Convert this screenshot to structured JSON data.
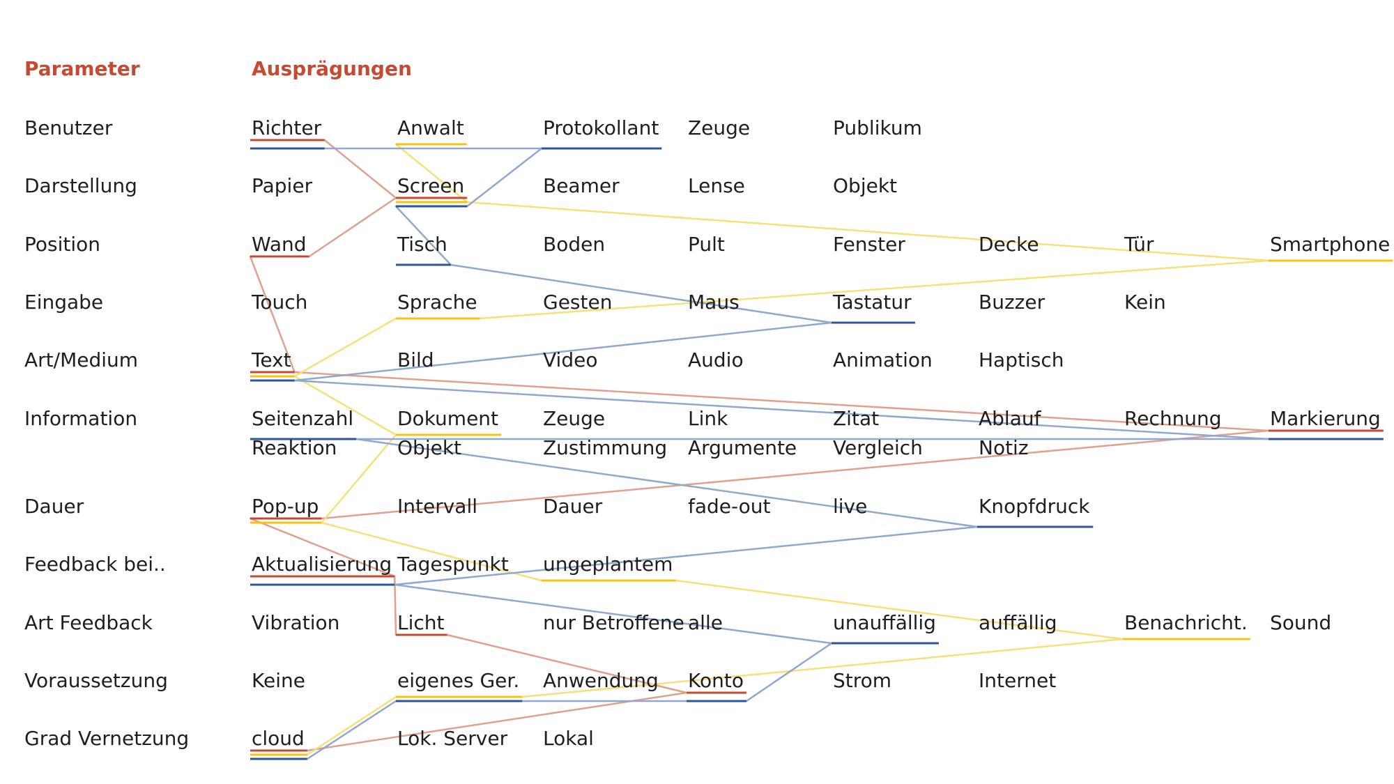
{
  "header": {
    "param_label": "Parameter",
    "values_label": "Ausprägungen"
  },
  "colors": {
    "red": "#c54a32",
    "yellow": "#f6c410",
    "blue": "#2c5697",
    "text": "#1e1e1e"
  },
  "rows": [
    {
      "param": "Benutzer",
      "items": [
        "Richter",
        "Anwalt",
        "Protokollant",
        "Zeuge",
        "Publikum"
      ]
    },
    {
      "param": "Darstellung",
      "items": [
        "Papier",
        "Screen",
        "Beamer",
        "Lense",
        "Objekt"
      ]
    },
    {
      "param": "Position",
      "items": [
        "Wand",
        "Tisch",
        "Boden",
        "Pult",
        "Fenster",
        "Decke",
        "Tür",
        "Smartphone"
      ]
    },
    {
      "param": "Eingabe",
      "items": [
        "Touch",
        "Sprache",
        "Gesten",
        "Maus",
        "Tastatur",
        "Buzzer",
        "Kein"
      ]
    },
    {
      "param": "Art/Medium",
      "items": [
        "Text",
        "Bild",
        "Video",
        "Audio",
        "Animation",
        "Haptisch"
      ]
    },
    {
      "param": "Information",
      "items": [
        "Seitenzahl",
        "Dokument",
        "Zeuge",
        "Link",
        "Zitat",
        "Ablauf",
        "Rechnung",
        "Markierung"
      ],
      "items2": [
        "Reaktion",
        "Objekt",
        "Zustimmung",
        "Argumente",
        "Vergleich",
        "Notiz"
      ]
    },
    {
      "param": "Dauer",
      "items": [
        "Pop-up",
        "Intervall",
        "Dauer",
        "fade-out",
        "live",
        "Knopfdruck"
      ]
    },
    {
      "param": "Feedback bei..",
      "items": [
        "Aktualisierung",
        "Tagespunkt",
        "ungeplantem"
      ]
    },
    {
      "param": "Art Feedback",
      "items": [
        "Vibration",
        "Licht",
        "nur Betroffene",
        "alle",
        "unauffällig",
        "auffällig",
        "Benachricht.",
        "Sound"
      ]
    },
    {
      "param": "Voraussetzung",
      "items": [
        "Keine",
        "eigenes Ger.",
        "Anwendung",
        "Konto",
        "Strom",
        "Internet"
      ]
    },
    {
      "param": "Grad Vernetzung",
      "items": [
        "cloud",
        "Lok. Server",
        "Lokal"
      ]
    }
  ],
  "paths": {
    "red": [
      [
        0,
        0
      ],
      [
        1,
        1
      ],
      [
        2,
        0
      ],
      [
        4,
        0
      ],
      [
        5,
        7
      ],
      [
        6,
        0
      ],
      [
        7,
        0
      ],
      [
        8,
        1
      ],
      [
        9,
        3
      ],
      [
        10,
        0
      ]
    ],
    "yellow": [
      [
        0,
        1
      ],
      [
        1,
        1
      ],
      [
        2,
        7
      ],
      [
        3,
        1
      ],
      [
        4,
        0
      ],
      [
        5,
        1
      ],
      [
        6,
        0
      ],
      [
        7,
        2
      ],
      [
        8,
        6
      ],
      [
        9,
        1
      ],
      [
        10,
        0
      ]
    ],
    "blue": [
      [
        0,
        0
      ],
      [
        0,
        2
      ],
      [
        1,
        1
      ],
      [
        2,
        1
      ],
      [
        3,
        4
      ],
      [
        4,
        0
      ],
      [
        5,
        7
      ],
      [
        5,
        0
      ],
      [
        6,
        5
      ],
      [
        7,
        0
      ],
      [
        8,
        4
      ],
      [
        9,
        3
      ],
      [
        9,
        1
      ],
      [
        10,
        0
      ]
    ]
  }
}
